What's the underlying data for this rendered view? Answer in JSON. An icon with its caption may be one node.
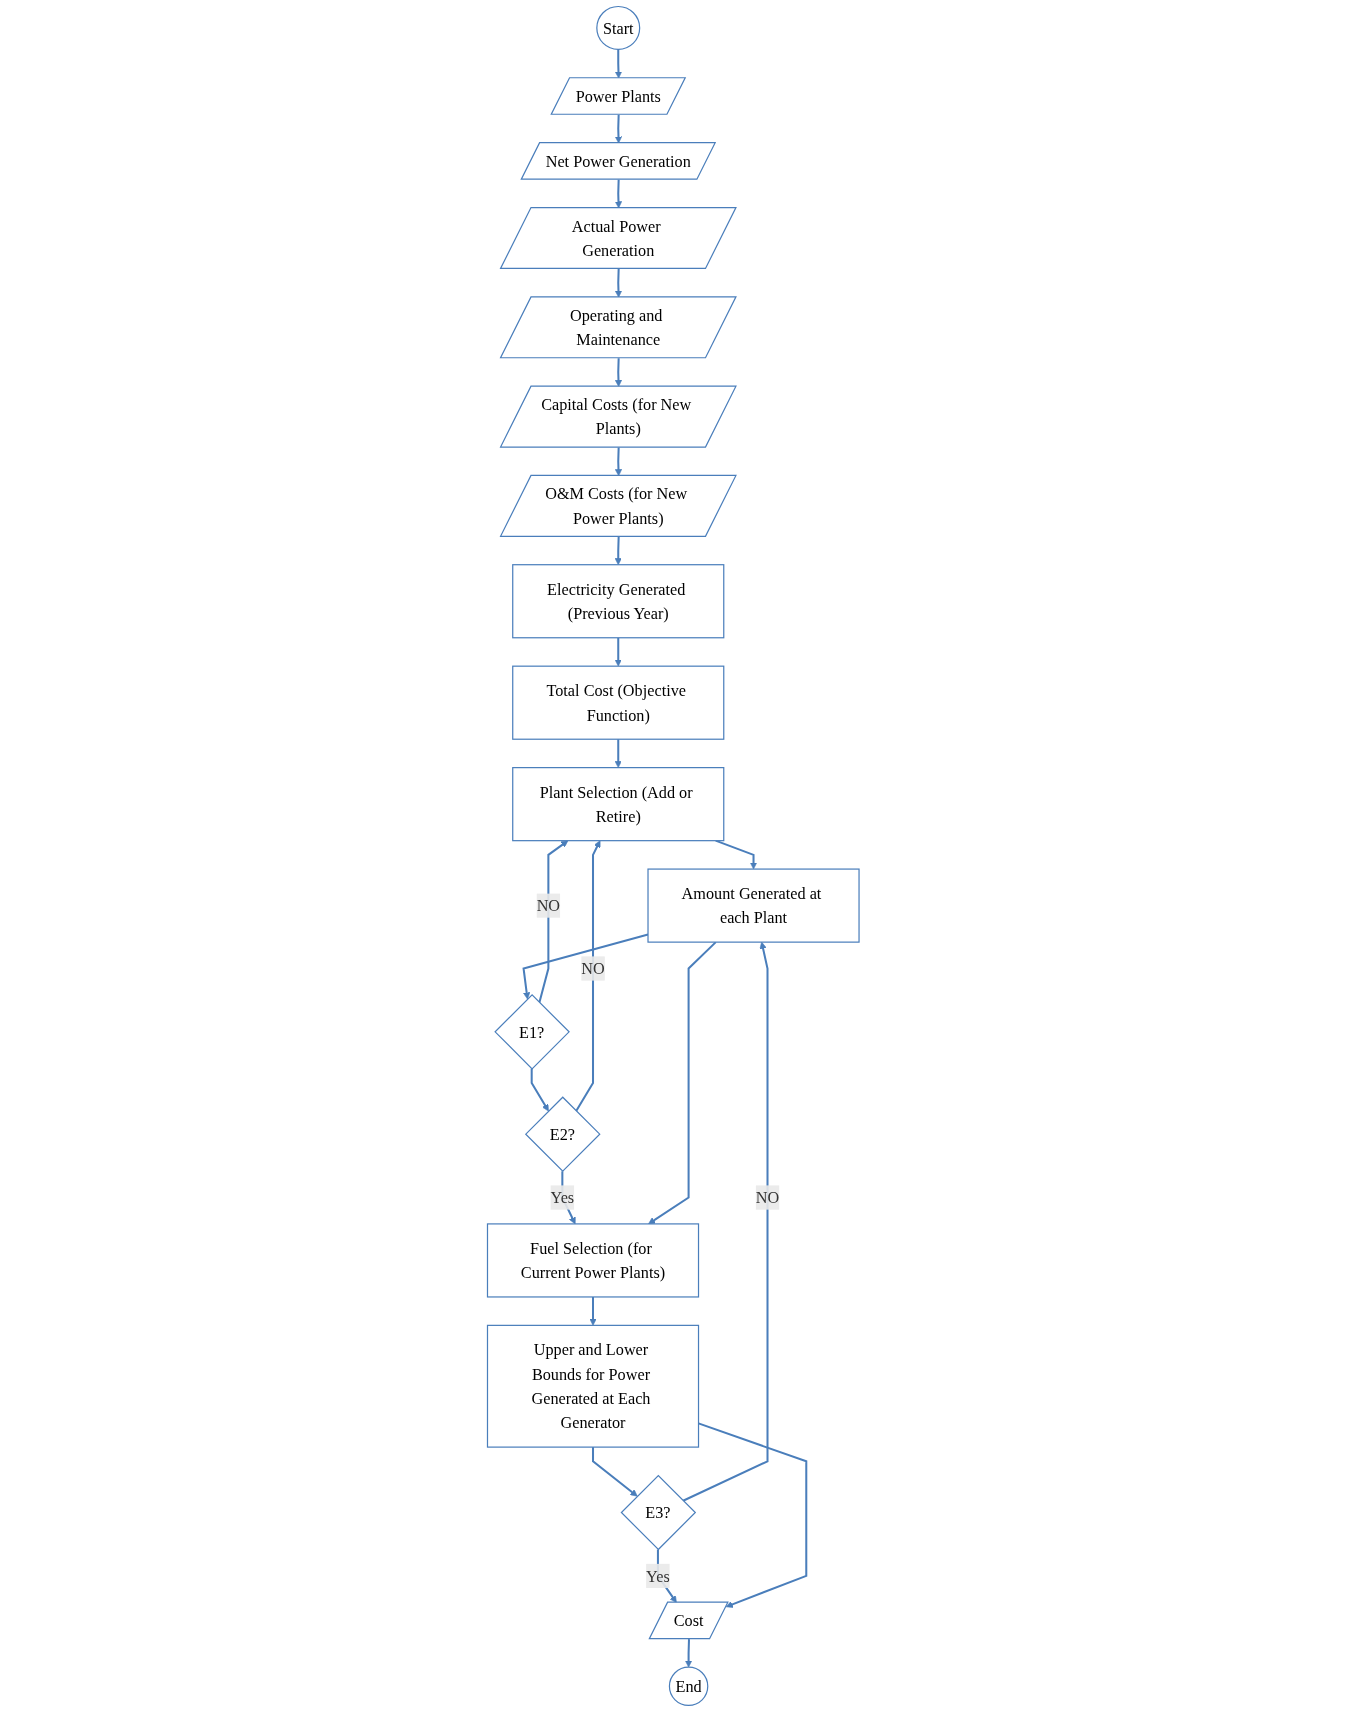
{
  "diagram": {
    "nodes": [
      {
        "text": [
          "Start"
        ]
      },
      {
        "text": [
          "Power Plants"
        ]
      },
      {
        "text": [
          "Net Power Generation"
        ]
      },
      {
        "text": [
          "Actual Power Generation"
        ]
      },
      {
        "text": [
          "Operating and Maintenance"
        ]
      },
      {
        "text": [
          "Capital Costs (for New Plants)"
        ]
      },
      {
        "text": [
          "O&M Costs (for New Power Plants)"
        ]
      },
      {
        "text": [
          "Electricity Generated (Previous Year)"
        ]
      },
      {
        "text": [
          "Total Cost (Objective Function)"
        ]
      },
      {
        "text": [
          "Plant Selection (Add or Retire)"
        ]
      },
      {
        "text": [
          "Amount Generated at each Plant"
        ]
      },
      {
        "text": [
          "E1?"
        ]
      },
      {
        "text": [
          "E2?"
        ]
      },
      {
        "text": [
          "Fuel Selection (for Current Power Plants)"
        ]
      },
      {
        "text": [
          "Upper and Lower Bounds for Power Generated at Each Generator"
        ]
      },
      {
        "text": [
          "E3?"
        ]
      },
      {
        "text": [
          "Cost"
        ]
      },
      {
        "text": [
          "End"
        ]
      }
    ],
    "edges": [
      {
        "from": 0,
        "to": 1,
        "arrow": "to"
      },
      {
        "from": 1,
        "to": 2,
        "arrow": "to"
      },
      {
        "from": 2,
        "to": 3,
        "arrow": "to"
      },
      {
        "from": 3,
        "to": 4,
        "arrow": "to"
      },
      {
        "from": 4,
        "to": 5,
        "arrow": "to"
      },
      {
        "from": 5,
        "to": 6,
        "arrow": "to"
      },
      {
        "from": 6,
        "to": 7,
        "arrow": "to"
      },
      {
        "from": 7,
        "to": 8,
        "arrow": "to"
      },
      {
        "from": 8,
        "to": 9,
        "arrow": "to"
      },
      {
        "from": 9,
        "to": 10,
        "arrow": "to"
      },
      {
        "from": 10,
        "to": 11,
        "arrow": "to"
      },
      {
        "from": 11,
        "to": 12,
        "arrow": "to"
      },
      {
        "from": 11,
        "to": 9,
        "label": "NO",
        "arrow": "to"
      },
      {
        "from": 12,
        "to": 9,
        "label": "NO",
        "arrow": "to"
      },
      {
        "from": 12,
        "to": 13,
        "label": "Yes",
        "arrow": "to"
      },
      {
        "from": 10,
        "to": 13,
        "arrow": "to"
      },
      {
        "from": 13,
        "to": 14,
        "arrow": "to"
      },
      {
        "from": 14,
        "to": 15,
        "arrow": "to"
      },
      {
        "from": 15,
        "to": 10,
        "label": "NO",
        "arrow": "to"
      },
      {
        "from": 15,
        "to": 16,
        "label": "Yes",
        "arrow": "to"
      },
      {
        "from": 14,
        "to": 16,
        "arrow": "to"
      },
      {
        "from": 16,
        "to": 17,
        "arrow": "to"
      }
    ]
  }
}
